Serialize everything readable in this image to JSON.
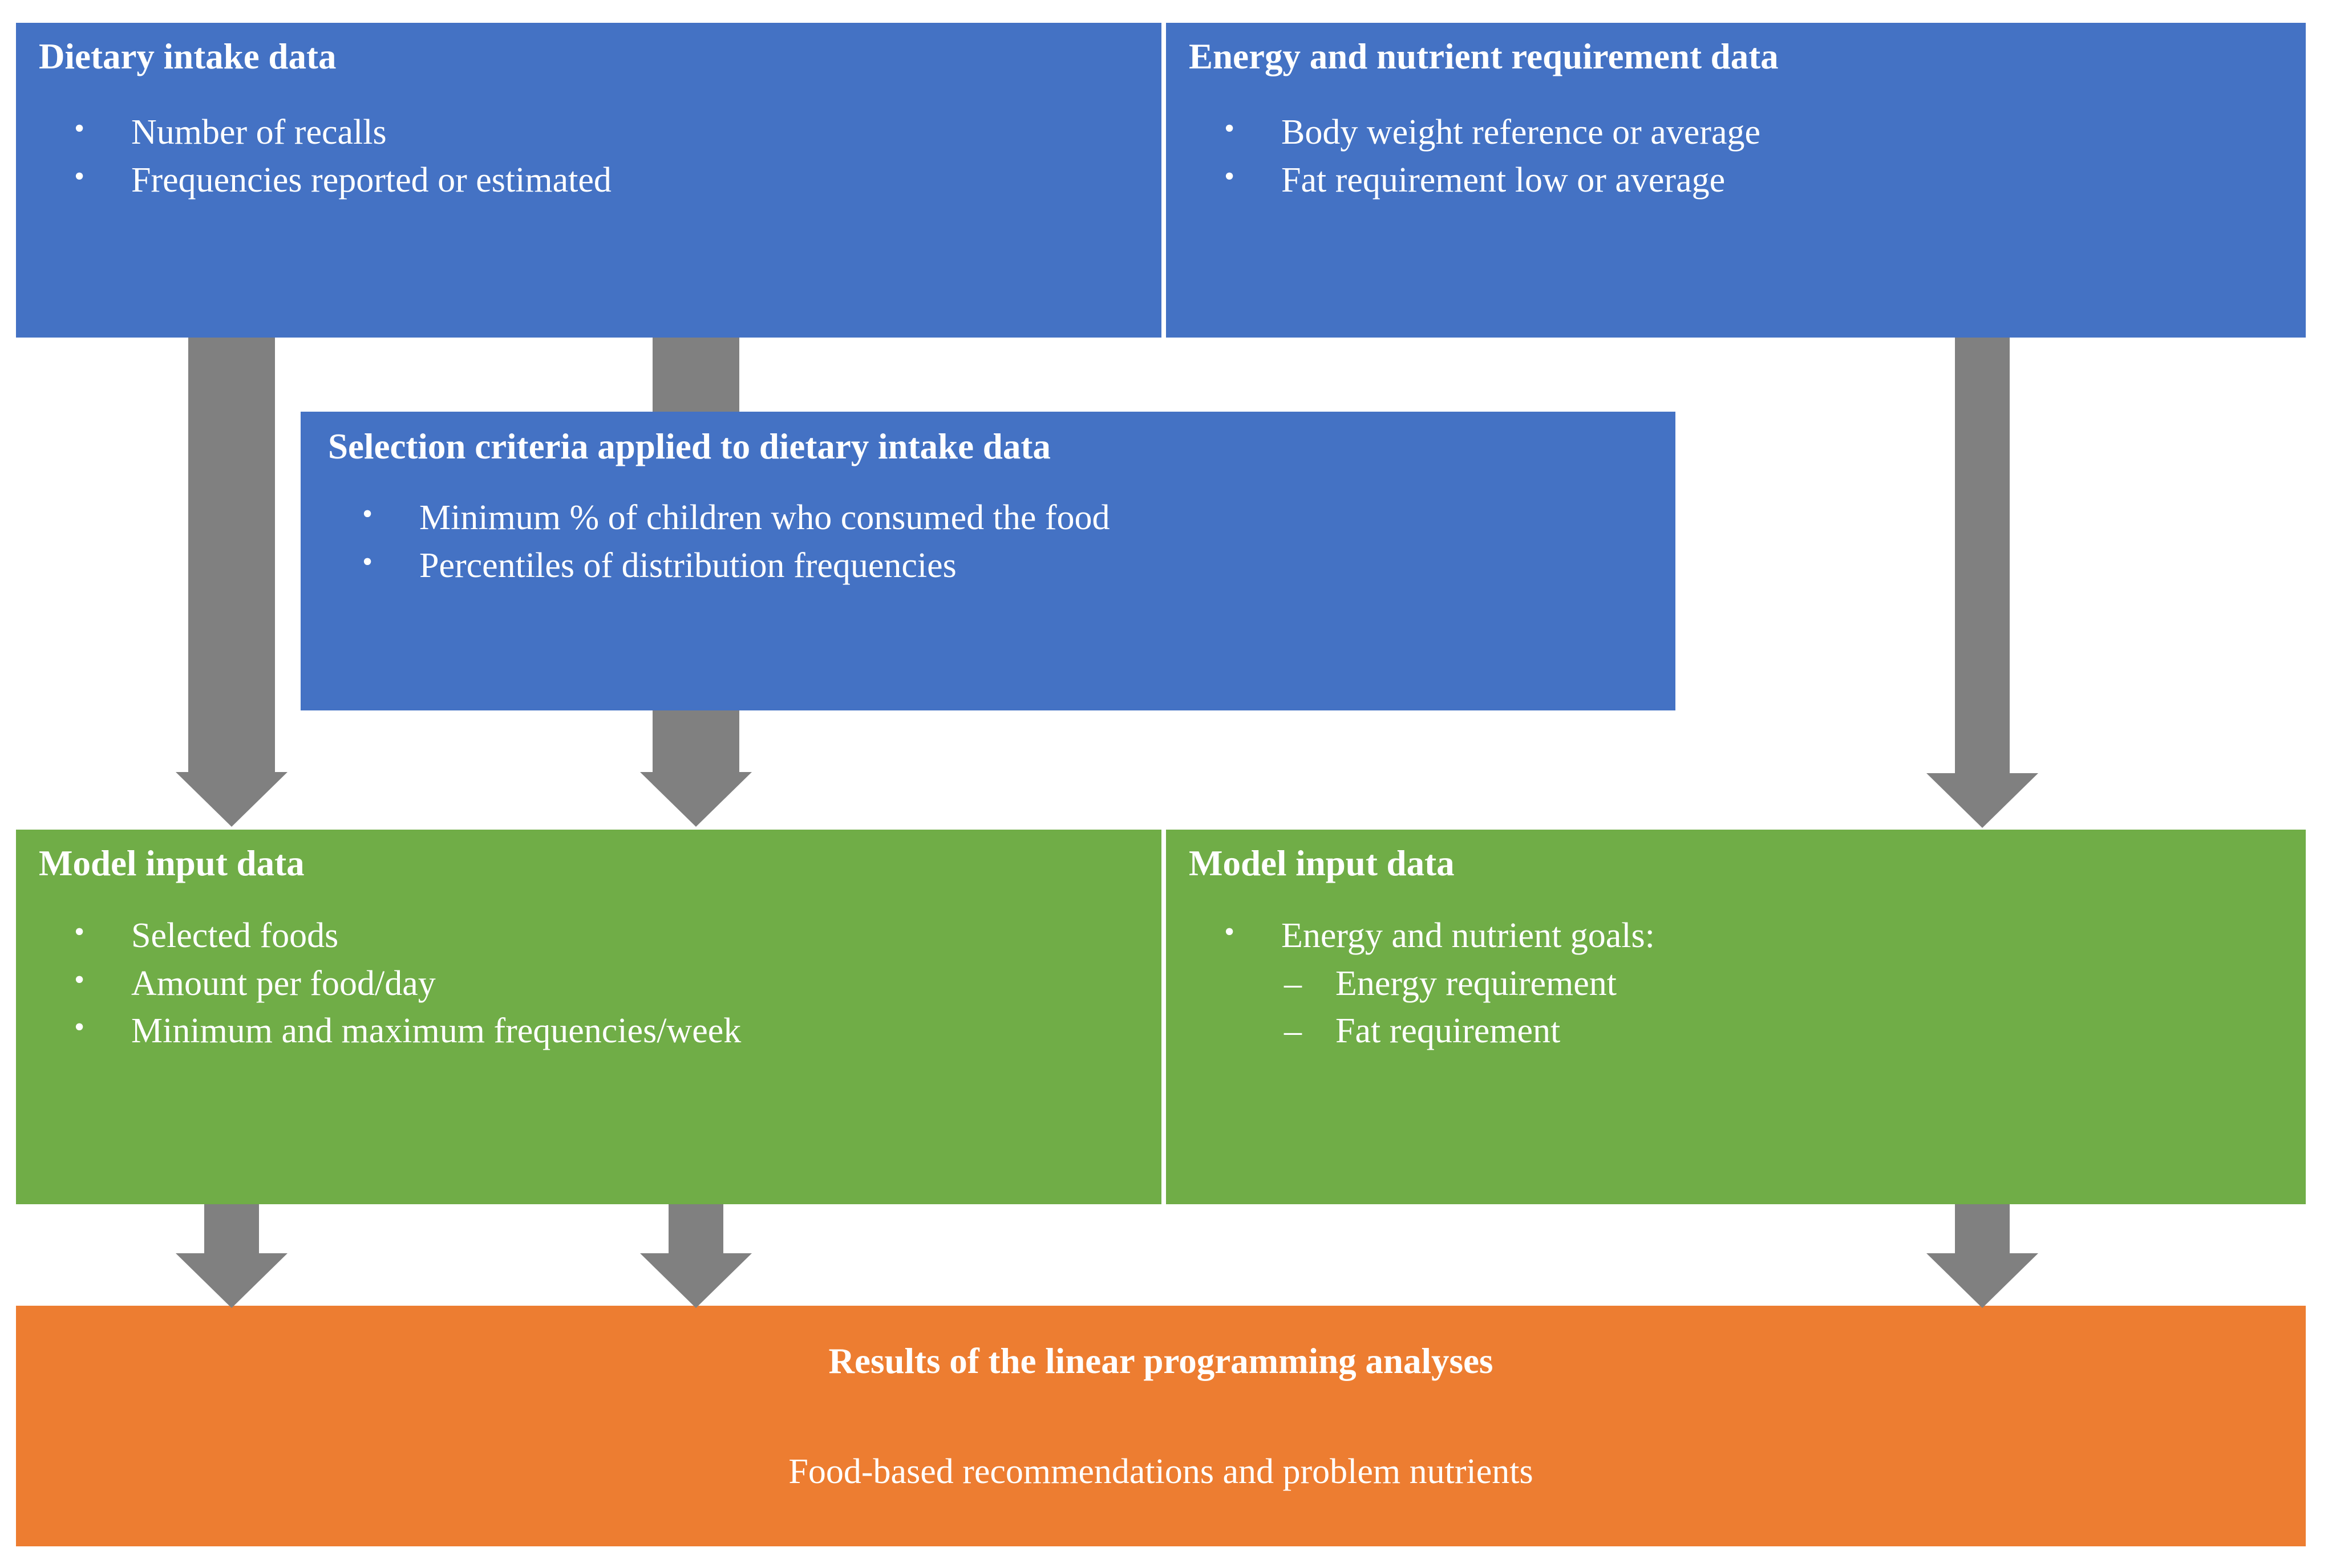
{
  "colors": {
    "blue": "#4472C4",
    "green": "#70AD47",
    "orange": "#ED7D31",
    "arrow_gray": "#808080",
    "text": "#FFFFFF",
    "background": "#FFFFFF"
  },
  "diagram": {
    "type": "flowchart",
    "nodes": [
      {
        "id": "dietary-intake-data",
        "title": "Dietary intake data",
        "color": "blue",
        "bullets": [
          "Number of recalls",
          "Frequencies reported or estimated"
        ]
      },
      {
        "id": "energy-nutrient-requirement-data",
        "title": "Energy and nutrient requirement data",
        "color": "blue",
        "bullets": [
          "Body weight reference or average",
          "Fat requirement low or average"
        ]
      },
      {
        "id": "selection-criteria",
        "title": "Selection criteria applied to dietary intake data",
        "color": "blue",
        "bullets": [
          "Minimum % of children who consumed the food",
          "Percentiles of distribution frequencies"
        ]
      },
      {
        "id": "model-input-data-left",
        "title": "Model input data",
        "color": "green",
        "bullets": [
          "Selected foods",
          "Amount per food/day",
          "Minimum and maximum frequencies/week"
        ]
      },
      {
        "id": "model-input-data-right",
        "title": "Model input data",
        "color": "green",
        "bullets": [
          "Energy and nutrient goals:"
        ],
        "subbullets": [
          "Energy requirement",
          "Fat requirement"
        ]
      },
      {
        "id": "results",
        "title": "Results of the linear programming analyses",
        "color": "orange",
        "subtitle": "Food-based recommendations and problem nutrients"
      }
    ],
    "bullet_glyph": "•",
    "subbullet_glyph": "–"
  },
  "boxes": {
    "dietary": {
      "title": "Dietary intake data",
      "bullet_1": "Number of recalls",
      "bullet_2": "Frequencies reported or estimated"
    },
    "energy_req": {
      "title": "Energy and nutrient requirement data",
      "bullet_1": "Body weight reference or average",
      "bullet_2": "Fat requirement low or average"
    },
    "selection": {
      "title": "Selection criteria applied to dietary intake data",
      "bullet_1": "Minimum % of children who consumed the food",
      "bullet_2": "Percentiles of distribution frequencies"
    },
    "model_left": {
      "title": "Model input data",
      "bullet_1": "Selected foods",
      "bullet_2": "Amount per food/day",
      "bullet_3": "Minimum and maximum frequencies/week"
    },
    "model_right": {
      "title": "Model input data",
      "bullet_1": "Energy and nutrient goals:",
      "sub_1": "Energy requirement",
      "sub_2": "Fat requirement"
    },
    "results": {
      "title": "Results of the linear programming analyses",
      "subtitle": "Food-based recommendations and problem nutrients"
    }
  },
  "glyphs": {
    "bullet": "•",
    "dash": "–"
  }
}
